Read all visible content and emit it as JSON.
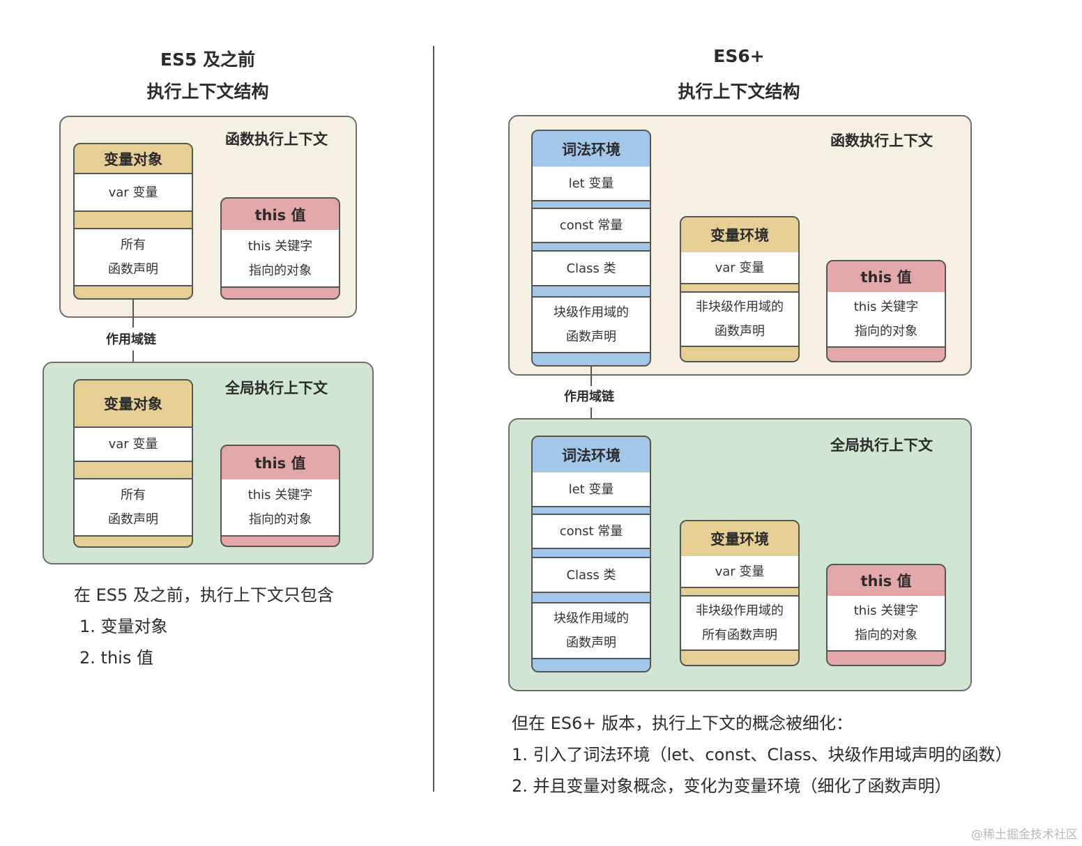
{
  "left": {
    "title_line1": "ES5 及之前",
    "title_line2": "执行上下文结构",
    "function_context": {
      "label": "函数执行上下文",
      "variable_object": {
        "header": "变量对象",
        "var_row": "var 变量",
        "decl_line1": "所有",
        "decl_line2": "函数声明"
      },
      "this_value": {
        "header": "this 值",
        "line1": "this 关键字",
        "line2": "指向的对象"
      }
    },
    "scope_chain": "作用域链",
    "global_context": {
      "label": "全局执行上下文",
      "variable_object": {
        "header": "变量对象",
        "var_row": "var 变量",
        "decl_line1": "所有",
        "decl_line2": "函数声明"
      },
      "this_value": {
        "header": "this 值",
        "line1": "this 关键字",
        "line2": "指向的对象"
      }
    },
    "description": {
      "intro": "在 ES5 及之前，执行上下文只包含",
      "item1": "1. 变量对象",
      "item2": "2. this 值"
    }
  },
  "right": {
    "title_line1": "ES6+",
    "title_line2": "执行上下文结构",
    "function_context": {
      "label": "函数执行上下文",
      "lexical_env": {
        "header": "词法环境",
        "let_row": "let 变量",
        "const_row": "const 常量",
        "class_row": "Class 类",
        "block_line1": "块级作用域的",
        "block_line2": "函数声明"
      },
      "variable_env": {
        "header": "变量环境",
        "var_row": "var 变量",
        "decl_line1": "非块级作用域的",
        "decl_line2": "函数声明"
      },
      "this_value": {
        "header": "this 值",
        "line1": "this 关键字",
        "line2": "指向的对象"
      }
    },
    "scope_chain": "作用域链",
    "global_context": {
      "label": "全局执行上下文",
      "lexical_env": {
        "header": "词法环境",
        "let_row": "let 变量",
        "const_row": "const 常量",
        "class_row": "Class 类",
        "block_line1": "块级作用域的",
        "block_line2": "函数声明"
      },
      "variable_env": {
        "header": "变量环境",
        "var_row": "var 变量",
        "decl_line1": "非块级作用域的",
        "decl_line2": "所有函数声明"
      },
      "this_value": {
        "header": "this 值",
        "line1": "this 关键字",
        "line2": "指向的对象"
      }
    },
    "description": {
      "intro": "但在 ES6+ 版本，执行上下文的概念被细化：",
      "item1": "1. 引入了词法环境（let、const、Class、块级作用域声明的函数）",
      "item2": "2. 并且变量对象概念，变化为变量环境（细化了函数声明）"
    }
  },
  "watermark": "@稀土掘金技术社区",
  "colors": {
    "function_context_bg": "#f6f0e3",
    "global_context_bg": "#cfe6d3",
    "variable_header": "#e6cf95",
    "this_header": "#e3a7a8",
    "lexical_header": "#a2c7e8"
  }
}
